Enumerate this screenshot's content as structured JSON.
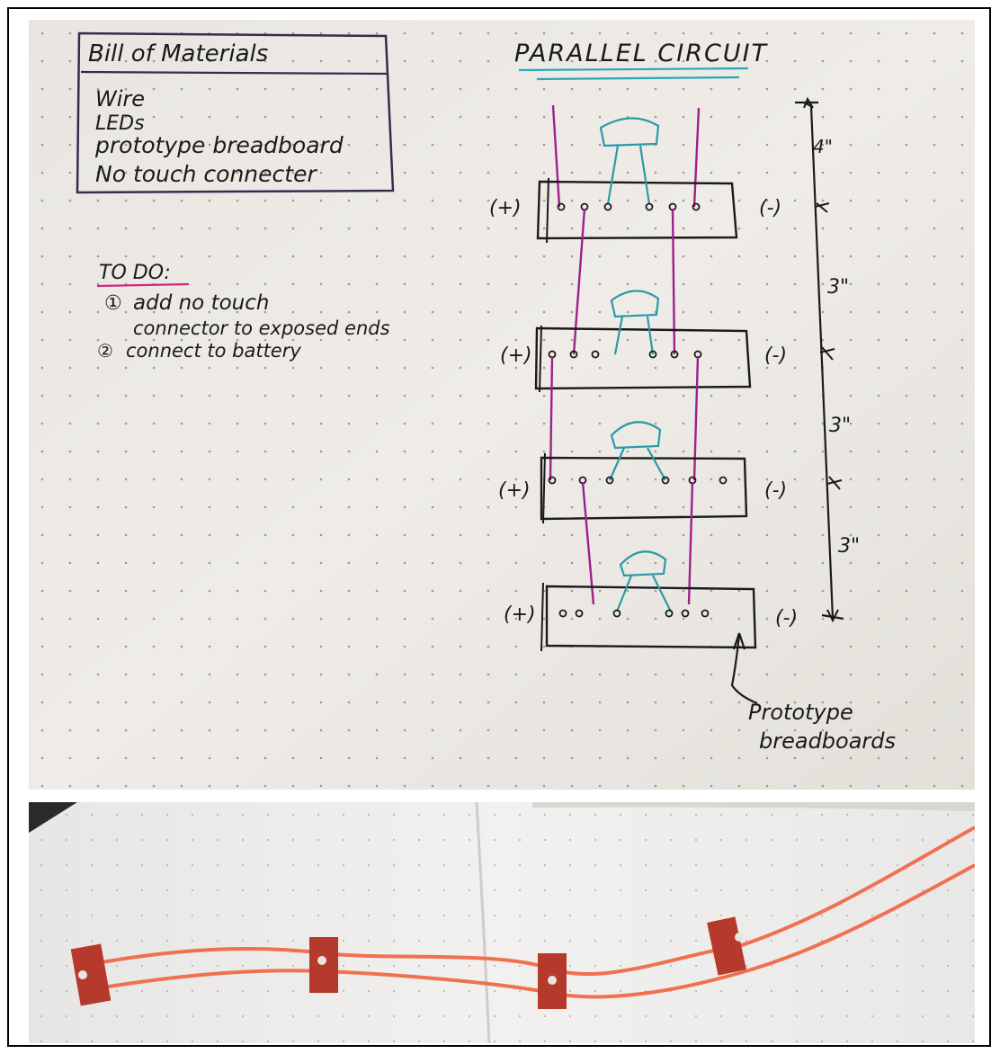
{
  "bom": {
    "title": "Bill of Materials",
    "items": [
      "Wire",
      "LEDs",
      "prototype breadboard",
      "No touch connecter"
    ]
  },
  "circuit": {
    "title": "PARALLEL CIRCUIT",
    "plus_label": "(+)",
    "minus_label": "(-)",
    "dim_top": "4\"",
    "dim_middle_1": "3\"",
    "dim_middle_2": "3\"",
    "dim_bottom": "3\"",
    "annotation_line1": "Prototype",
    "annotation_line2": "breadboards"
  },
  "todo": {
    "title": "TO DO:",
    "item1_marker": "①",
    "item1_line1": "add no touch",
    "item1_line2": "connector to exposed ends",
    "item2_marker": "②",
    "item2_text": "connect to battery"
  },
  "colors": {
    "paper": "#ece9e4",
    "ink": "#1a1a1a",
    "wire_purple": "#a0208a",
    "led_teal": "#2a9aa8",
    "underline_pink": "#d0287a",
    "underline_teal": "#2aa6b4",
    "real_wire": "#f07050",
    "real_board": "#b53a2c"
  }
}
